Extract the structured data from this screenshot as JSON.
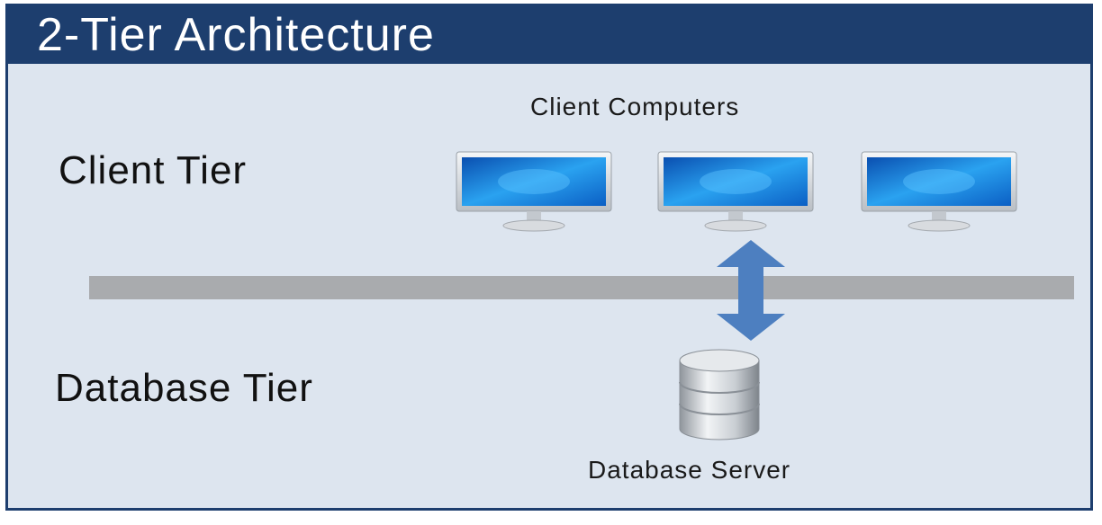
{
  "title": "2-Tier Architecture",
  "tiers": {
    "client": "Client Tier",
    "database": "Database Tier"
  },
  "captions": {
    "clients": "Client Computers",
    "database_server": "Database Server"
  },
  "icons": {
    "monitor": "monitor-icon",
    "database": "database-cylinder-icon",
    "arrow": "double-arrow-icon"
  },
  "colors": {
    "header": "#1d3e6e",
    "background": "#dde5ef",
    "divider": "#a9abae",
    "arrow": "#4d7fc0",
    "screen": "#1e8ee8"
  }
}
